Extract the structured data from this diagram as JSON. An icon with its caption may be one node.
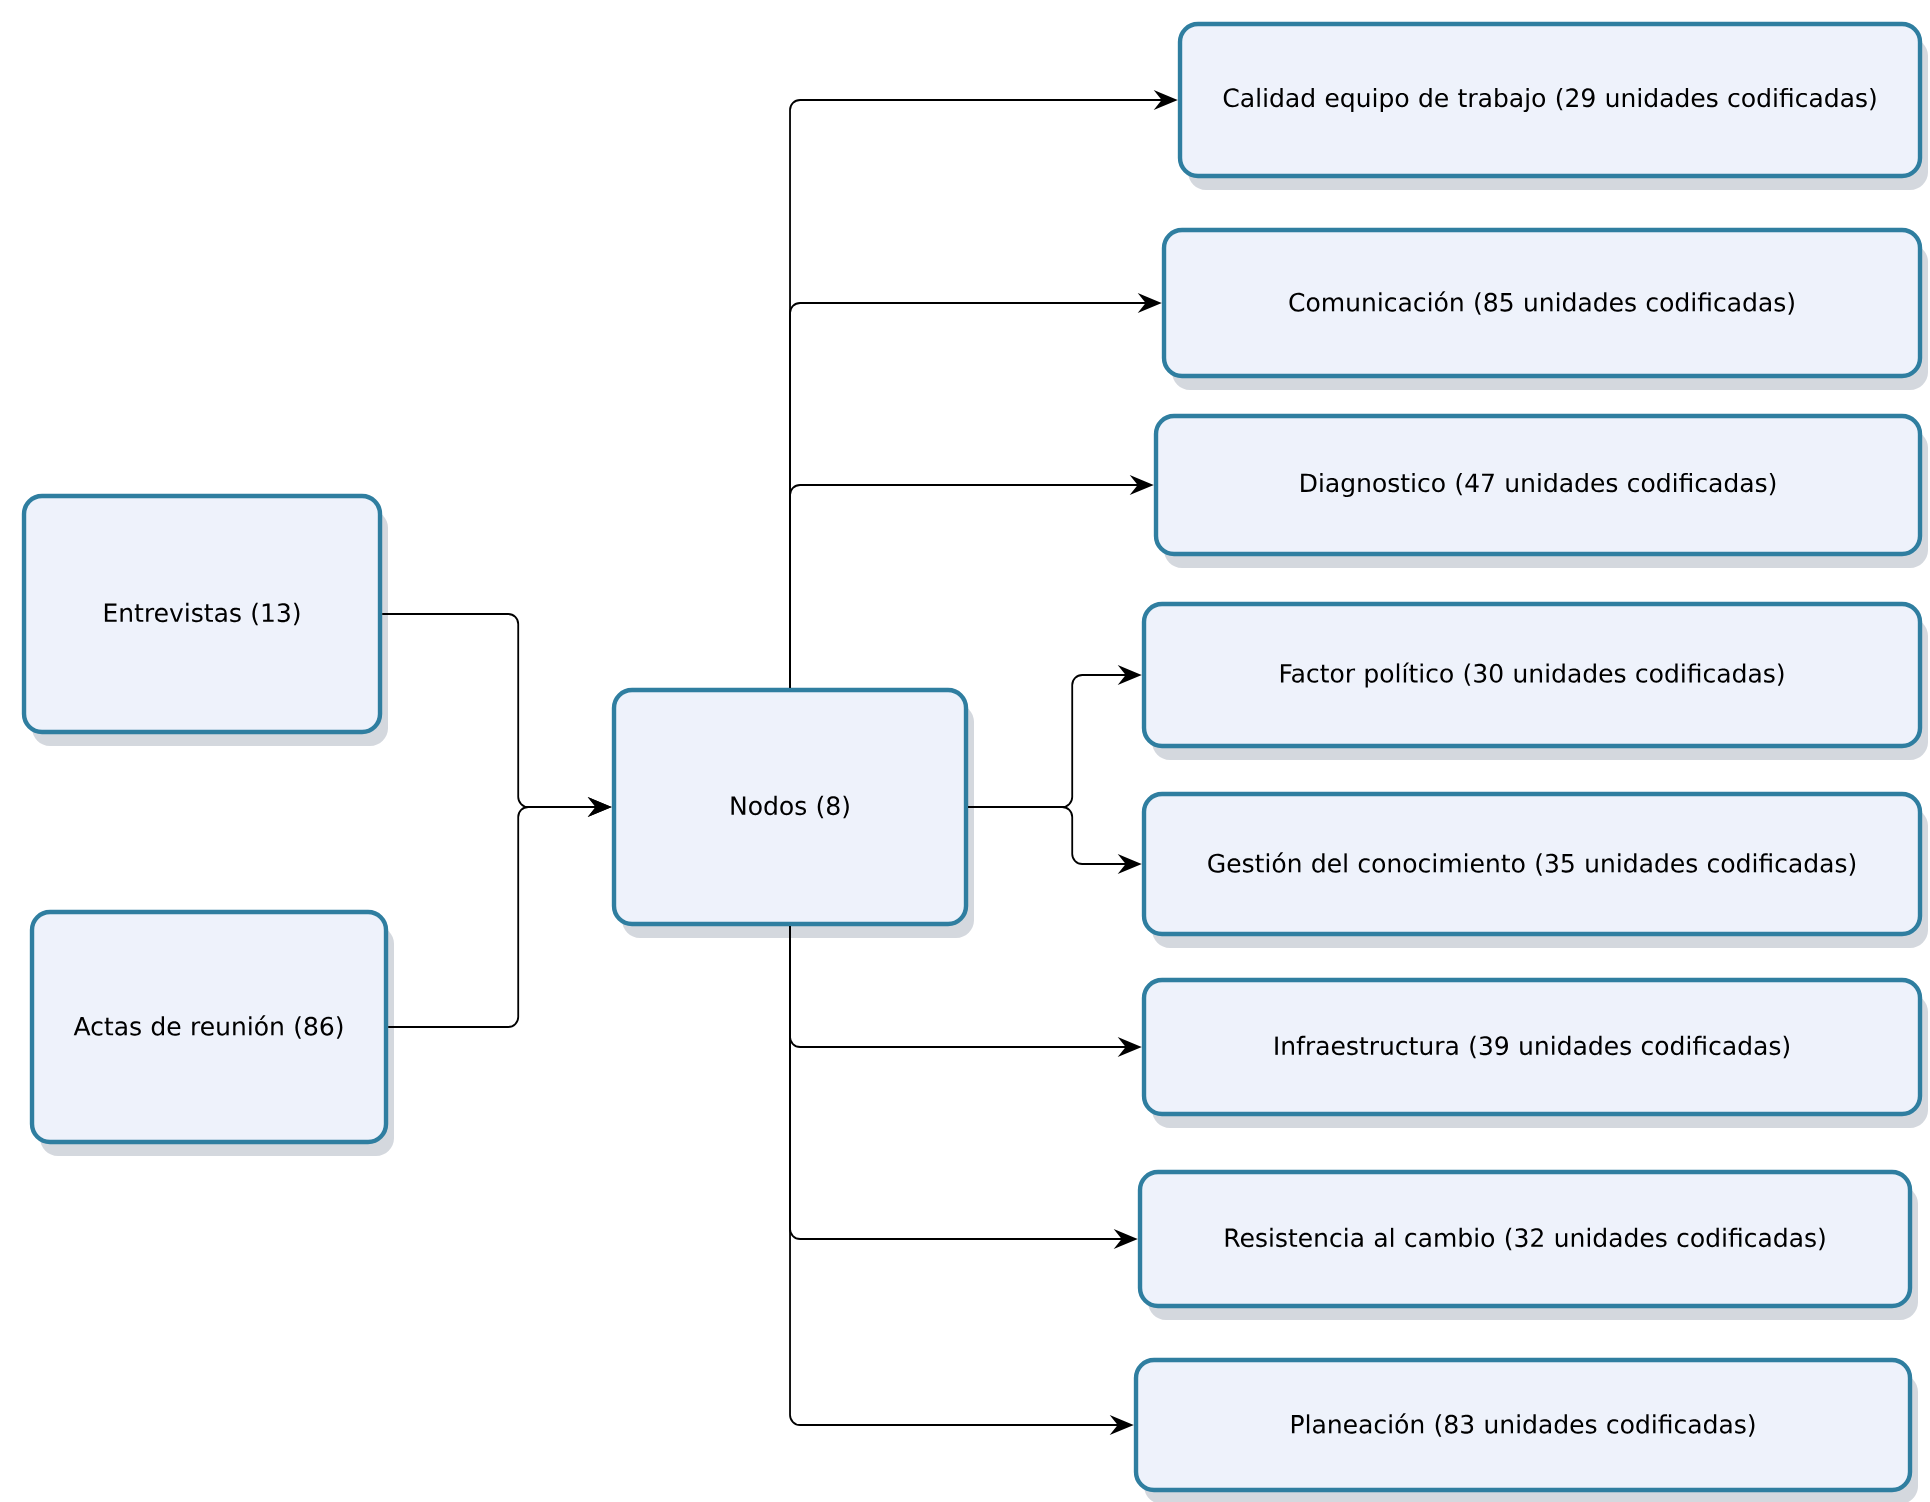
{
  "diagram": {
    "nodes": [
      {
        "text": [
          "Entrevistas (13)"
        ]
      },
      {
        "text": [
          "Actas de reunión (86)"
        ]
      },
      {
        "text": [
          "Nodos (8)"
        ]
      },
      {
        "text": [
          "Calidad equipo de trabajo (29 unidades codificadas)"
        ]
      },
      {
        "text": [
          "Comunicación (85 unidades codificadas)"
        ]
      },
      {
        "text": [
          "Diagnostico (47 unidades codificadas)"
        ]
      },
      {
        "text": [
          "Factor político (30 unidades codificadas)"
        ]
      },
      {
        "text": [
          "Gestión del conocimiento (35 unidades codificadas)"
        ]
      },
      {
        "text": [
          "Infraestructura (39 unidades codificadas)"
        ]
      },
      {
        "text": [
          "Resistencia al cambio (32 unidades codificadas)"
        ]
      },
      {
        "text": [
          "Planeación (83 unidades codificadas)"
        ]
      }
    ],
    "edges": [
      {
        "from": 0,
        "to": 2,
        "arrow": "to"
      },
      {
        "from": 1,
        "to": 2,
        "arrow": "to"
      },
      {
        "from": 2,
        "to": 3,
        "arrow": "to"
      },
      {
        "from": 2,
        "to": 4,
        "arrow": "to"
      },
      {
        "from": 2,
        "to": 5,
        "arrow": "to"
      },
      {
        "from": 2,
        "to": 6,
        "arrow": "to"
      },
      {
        "from": 2,
        "to": 7,
        "arrow": "to"
      },
      {
        "from": 2,
        "to": 8,
        "arrow": "to"
      },
      {
        "from": 2,
        "to": 9,
        "arrow": "to"
      },
      {
        "from": 2,
        "to": 10,
        "arrow": "to"
      }
    ]
  }
}
